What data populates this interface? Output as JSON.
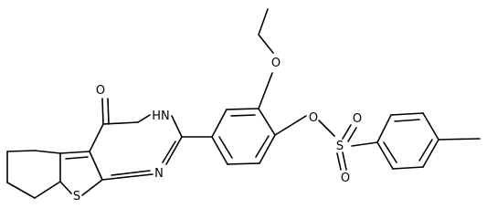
{
  "diagram": {
    "type": "chemical-structure",
    "atom_labels": {
      "carbonyl_oxygen": "O",
      "ring_nh": "HN",
      "ring_n": "N",
      "thiophene_s": "S",
      "ethoxy_oxygen": "O",
      "ester_oxygen": "O",
      "sulfonyl_sulfur": "S",
      "sulfonyl_oxygen_top": "O",
      "sulfonyl_oxygen_bottom": "O"
    },
    "colors": {
      "bonds": "#000000",
      "labels": "#000000",
      "background": "#ffffff"
    }
  }
}
